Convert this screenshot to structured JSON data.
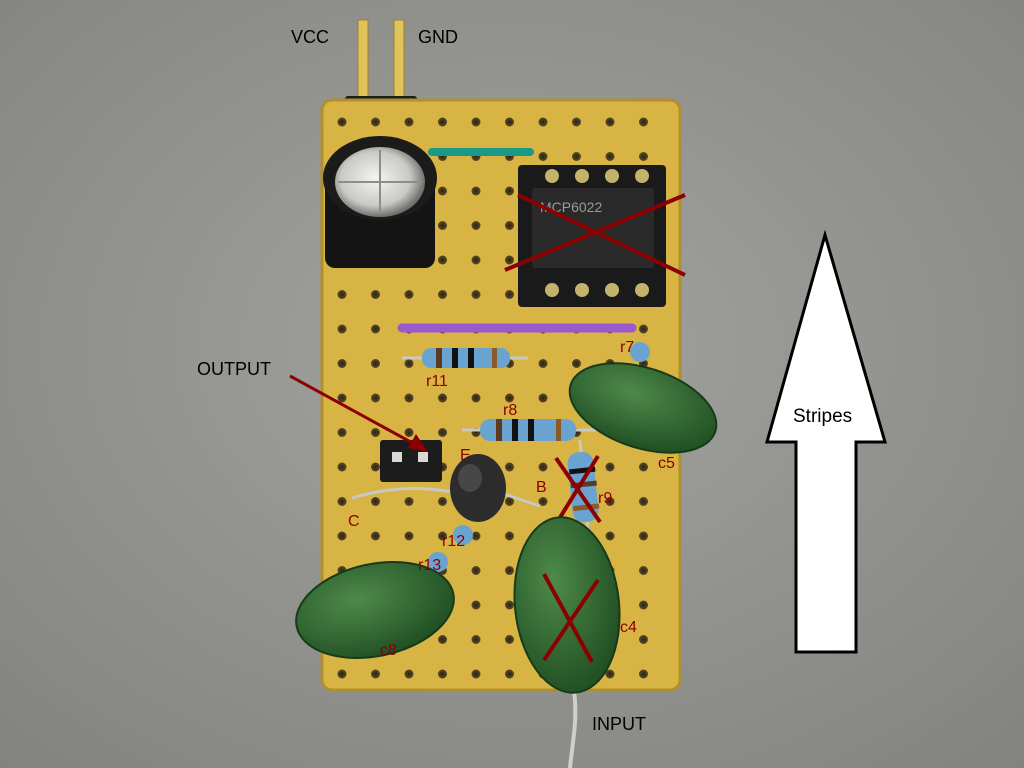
{
  "labels": {
    "vcc": "VCC",
    "gnd": "GND",
    "output": "OUTPUT",
    "input": "INPUT",
    "stripes": "Stripes",
    "emitter": "E",
    "base": "B",
    "collector": "C"
  },
  "components": {
    "r7": "r7",
    "r8": "r8",
    "r9": "r9",
    "r11": "r11",
    "r12": "r12",
    "r13": "r13",
    "c4": "c4",
    "c5": "c5",
    "c8": "c8"
  },
  "ic_marking": "MCP6022",
  "colors": {
    "board": "#d9b541",
    "annotation_red": "#8b0000",
    "capacitor_green": "#2f6b30",
    "wire_purple": "#9b59d0",
    "wire_teal": "#1a9a86"
  }
}
